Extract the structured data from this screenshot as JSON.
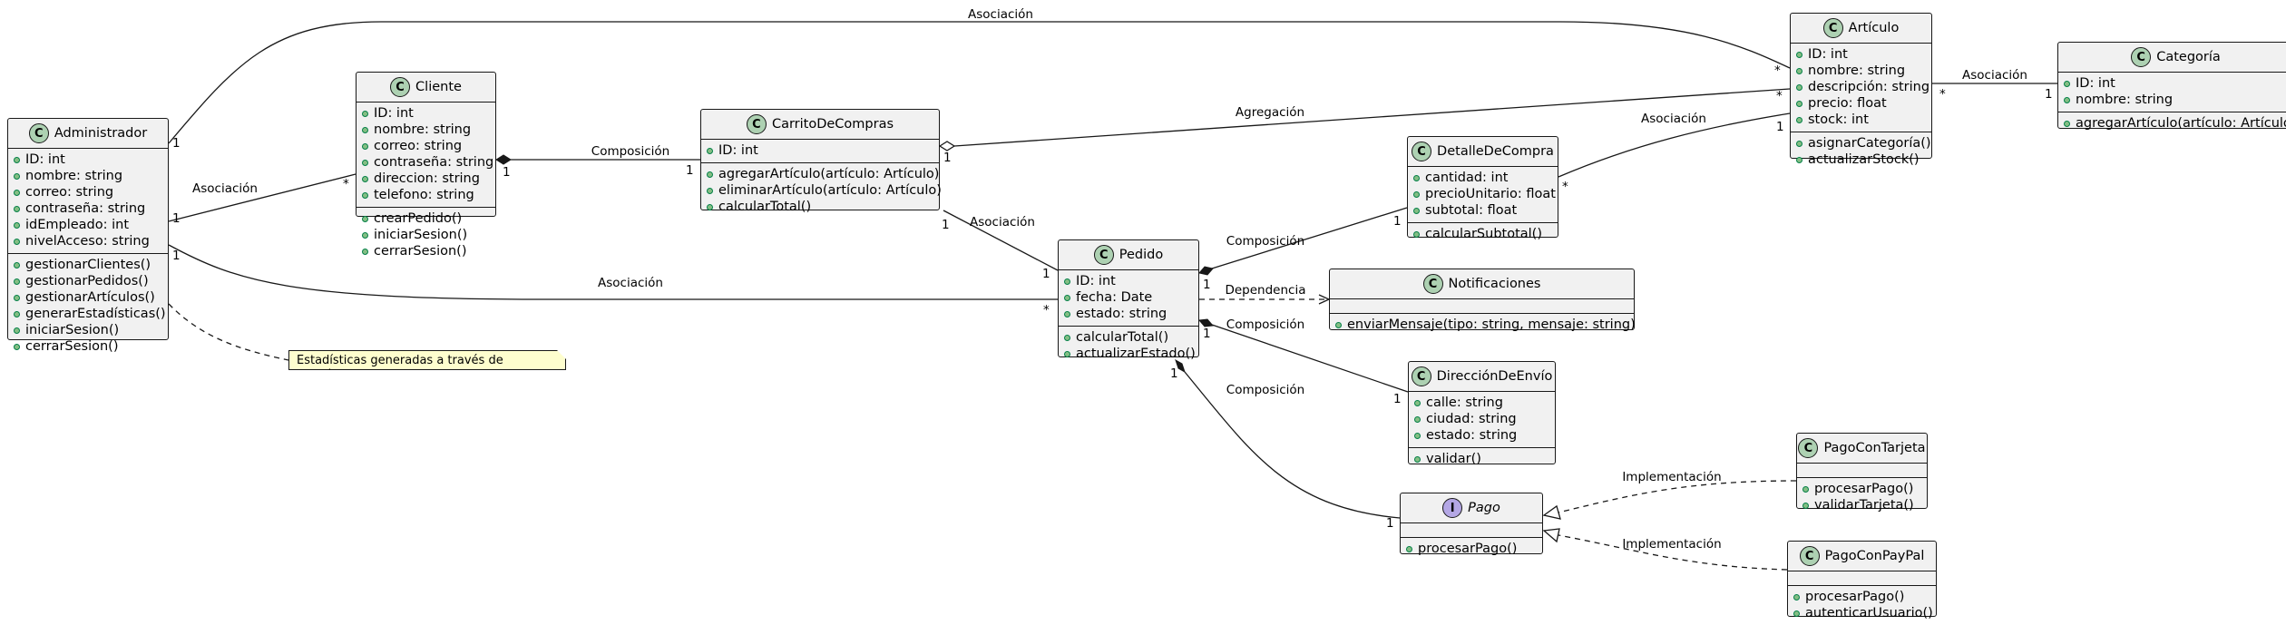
{
  "classes": [
    {
      "id": "administrador",
      "name": "Administrador",
      "kind": "class",
      "attributes": [
        "ID: int",
        "nombre: string",
        "correo: string",
        "contraseña: string",
        "idEmpleado: int",
        "nivelAcceso: string"
      ],
      "methods": [
        "gestionarClientes()",
        "gestionarPedidos()",
        "gestionarArtículos()",
        "generarEstadísticas()",
        "iniciarSesion()",
        "cerrarSesion()"
      ]
    },
    {
      "id": "cliente",
      "name": "Cliente",
      "kind": "class",
      "attributes": [
        "ID: int",
        "nombre: string",
        "correo: string",
        "contraseña: string",
        "direccion: string",
        "telefono: string"
      ],
      "methods": [
        "crearPedido()",
        "iniciarSesion()",
        "cerrarSesion()"
      ]
    },
    {
      "id": "carrito",
      "name": "CarritoDeCompras",
      "kind": "class",
      "attributes": [
        "ID: int"
      ],
      "methods": [
        "agregarArtículo(artículo: Artículo)",
        "eliminarArtículo(artículo: Artículo)",
        "calcularTotal()"
      ]
    },
    {
      "id": "pedido",
      "name": "Pedido",
      "kind": "class",
      "attributes": [
        "ID: int",
        "fecha: Date",
        "estado: string"
      ],
      "methods": [
        "calcularTotal()",
        "actualizarEstado()"
      ]
    },
    {
      "id": "detalle",
      "name": "DetalleDeCompra",
      "kind": "class",
      "attributes": [
        "cantidad: int",
        "precioUnitario: float",
        "subtotal: float"
      ],
      "methods": [
        "calcularSubtotal()"
      ]
    },
    {
      "id": "notificaciones",
      "name": "Notificaciones",
      "kind": "class",
      "attributes": [],
      "methods": [
        "enviarMensaje(tipo: string, mensaje: string)"
      ]
    },
    {
      "id": "direccion",
      "name": "DirecciónDeEnvío",
      "kind": "class",
      "attributes": [
        "calle: string",
        "ciudad: string",
        "estado: string"
      ],
      "methods": [
        "validar()"
      ]
    },
    {
      "id": "pago",
      "name": "Pago",
      "kind": "interface",
      "attributes": [],
      "methods": [
        "procesarPago()"
      ]
    },
    {
      "id": "articulo",
      "name": "Artículo",
      "kind": "class",
      "attributes": [
        "ID: int",
        "nombre: string",
        "descripción: string",
        "precio: float",
        "stock: int"
      ],
      "methods": [
        "asignarCategoría()",
        "actualizarStock()"
      ]
    },
    {
      "id": "categoria",
      "name": "Categoría",
      "kind": "class",
      "attributes": [
        "ID: int",
        "nombre: string"
      ],
      "methods": [
        "agregarArtículo(artículo: Artículo)"
      ]
    },
    {
      "id": "tarjeta",
      "name": "PagoConTarjeta",
      "kind": "class",
      "attributes": [],
      "methods": [
        "procesarPago()",
        "validarTarjeta()"
      ]
    },
    {
      "id": "paypal",
      "name": "PagoConPayPal",
      "kind": "class",
      "attributes": [],
      "methods": [
        "procesarPago()",
        "autenticarUsuario()"
      ]
    }
  ],
  "note": {
    "text": "Estadísticas generadas a través de reportes"
  },
  "relations": [
    {
      "id": "admin-articulo",
      "label": "Asociación",
      "from_mult": "1",
      "to_mult": "*"
    },
    {
      "id": "admin-cliente",
      "label": "Asociación",
      "from_mult": "1",
      "to_mult": "*"
    },
    {
      "id": "admin-pedido",
      "label": "Asociación",
      "from_mult": "1",
      "to_mult": "*"
    },
    {
      "id": "cliente-carrito",
      "label": "Composición",
      "from_mult": "1",
      "to_mult": "1"
    },
    {
      "id": "carrito-articulo",
      "label": "Agregación",
      "from_mult": "1",
      "to_mult": "*"
    },
    {
      "id": "carrito-pedido",
      "label": "Asociación",
      "from_mult": "1",
      "to_mult": "1"
    },
    {
      "id": "pedido-detalle",
      "label": "Composición",
      "from_mult": "1",
      "to_mult": "1"
    },
    {
      "id": "detalle-articulo",
      "label": "Asociación",
      "from_mult": "*",
      "to_mult": "1"
    },
    {
      "id": "pedido-notificaciones",
      "label": "Dependencia",
      "from_mult": "",
      "to_mult": ""
    },
    {
      "id": "pedido-direccion",
      "label": "Composición",
      "from_mult": "1",
      "to_mult": "1"
    },
    {
      "id": "pedido-pago",
      "label": "Composición",
      "from_mult": "1",
      "to_mult": "1"
    },
    {
      "id": "articulo-categoria",
      "label": "Asociación",
      "from_mult": "*",
      "to_mult": "1"
    },
    {
      "id": "tarjeta-pago",
      "label": "Implementación",
      "from_mult": "",
      "to_mult": ""
    },
    {
      "id": "paypal-pago",
      "label": "Implementación",
      "from_mult": "",
      "to_mult": ""
    }
  ],
  "colors": {
    "class_fill": "#f1f1f1",
    "class_circle": "#add1b2",
    "interface_circle": "#b4a7e5",
    "note_fill": "#fefece",
    "line": "#181818"
  }
}
